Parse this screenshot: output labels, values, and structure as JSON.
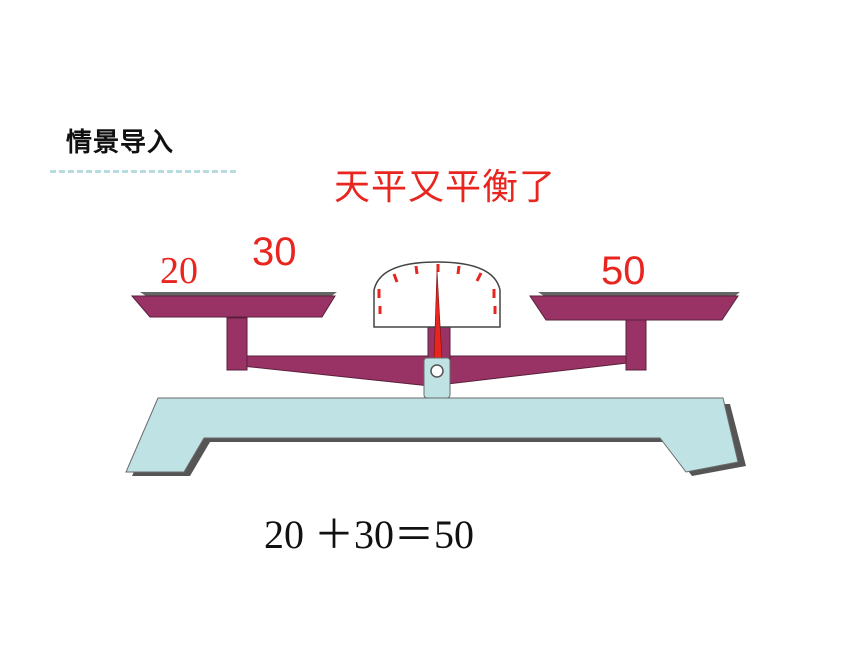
{
  "header": {
    "title": "情景导入"
  },
  "caption": "天平又平衡了",
  "weights": {
    "left_a": "20",
    "left_b": "30",
    "right": "50"
  },
  "equation": "20 ＋30＝50",
  "colors": {
    "beam": "#993366",
    "base": "#bfe2e4",
    "pointer": "#e8251f",
    "accent_red": "#e8251f"
  }
}
